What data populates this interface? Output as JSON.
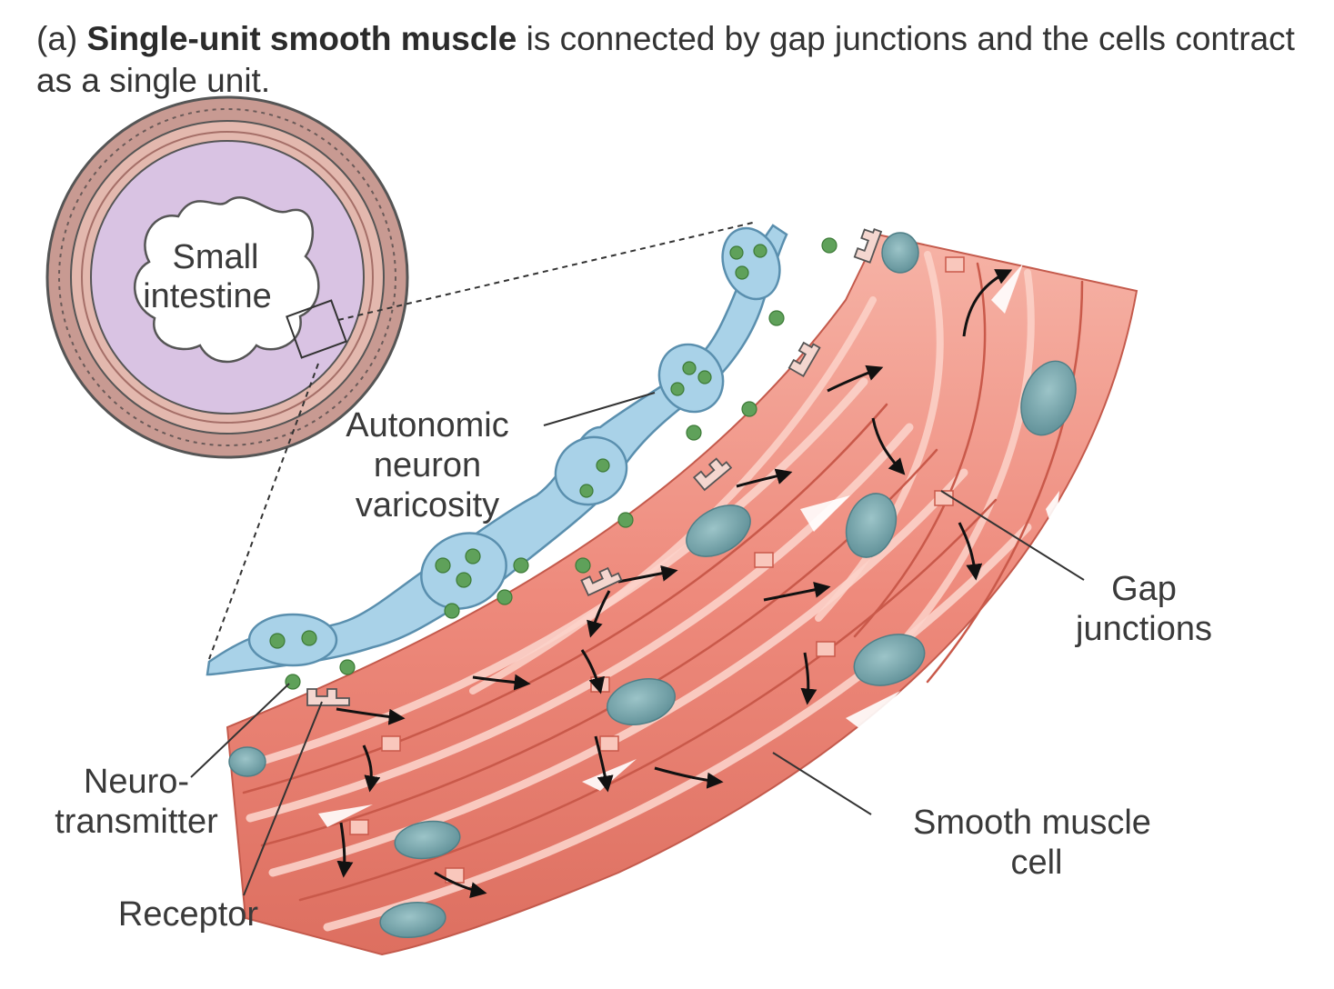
{
  "caption": {
    "prefix": "(a) ",
    "bold": "Single-unit smooth muscle",
    "rest": " is connected by gap junctions and the cells contract as a single unit."
  },
  "labels": {
    "small_intestine": [
      "Small",
      "intestine"
    ],
    "autonomic": [
      "Autonomic",
      "neuron",
      "varicosity"
    ],
    "gap": [
      "Gap",
      "junctions"
    ],
    "neurotransmitter": [
      "Neuro-",
      "transmitter"
    ],
    "receptor": "Receptor",
    "smooth_muscle": [
      "Smooth muscle",
      "cell"
    ]
  },
  "colors": {
    "muscle": "#ee8a7c",
    "muscle_light": "#f7b9ad",
    "muscle_dark": "#d86858",
    "nucleus": "#6e9fa6",
    "neuron": "#a9d2e8",
    "neurotransmitter": "#5fa15a",
    "lumen_fill": "#d9c3e3",
    "ring": "#d69b92"
  }
}
